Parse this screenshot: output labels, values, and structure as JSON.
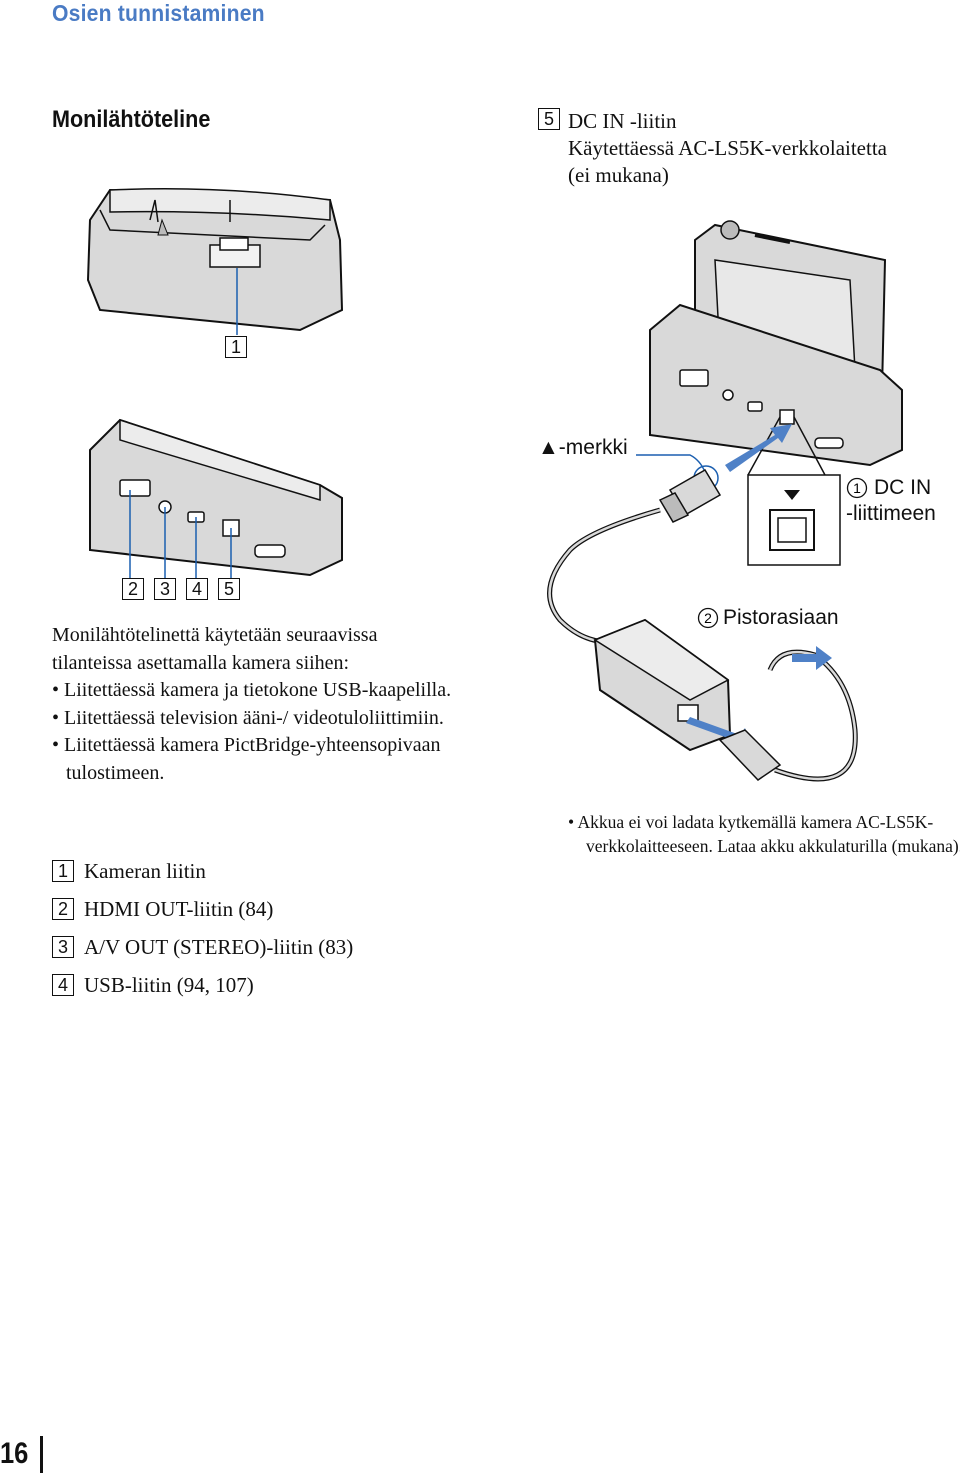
{
  "header": {
    "section": "Osien tunnistaminen"
  },
  "title": "Monilähtöteline",
  "callout_5": {
    "number": "5",
    "lines": "DC IN -liitin\nKäytettäessä AC-LS5K-verkkolaitetta\n(ei mukana)"
  },
  "figure_labels": {
    "cradle_top": "1",
    "cradle_front": [
      "2",
      "3",
      "4",
      "5"
    ],
    "mark": "▲-merkki",
    "step1_num": "1",
    "step1_text_line1": "DC IN",
    "step1_text_line2": "-liittimeen",
    "step2_num": "2",
    "step2_text": "Pistorasiaan"
  },
  "body": {
    "intro_line1": "Monilähtötelinettä käytetään seuraavissa",
    "intro_line2": "tilanteissa asettamalla kamera siihen:",
    "bullets": [
      "• Liitettäessä kamera ja tietokone USB-kaapelilla.",
      "• Liitettäessä television ääni-/ videotuloliittimiin.",
      "• Liitettäessä kamera PictBridge-yhteensopivaan tulostimeen."
    ]
  },
  "legend": [
    {
      "num": "1",
      "text": "Kameran liitin"
    },
    {
      "num": "2",
      "text": "HDMI OUT-liitin (84)"
    },
    {
      "num": "3",
      "text": "A/V OUT (STEREO)-liitin (83)"
    },
    {
      "num": "4",
      "text": "USB-liitin (94, 107)"
    }
  ],
  "note": "• Akkua ei voi ladata kytkemällä kamera AC-LS5K-verkkolaitteeseen. Lataa akku akkulaturilla (mukana).",
  "page_number": "16",
  "colors": {
    "accent": "#4a7bc4",
    "arrow": "#4f81c7",
    "device": "#d9d9d9"
  }
}
